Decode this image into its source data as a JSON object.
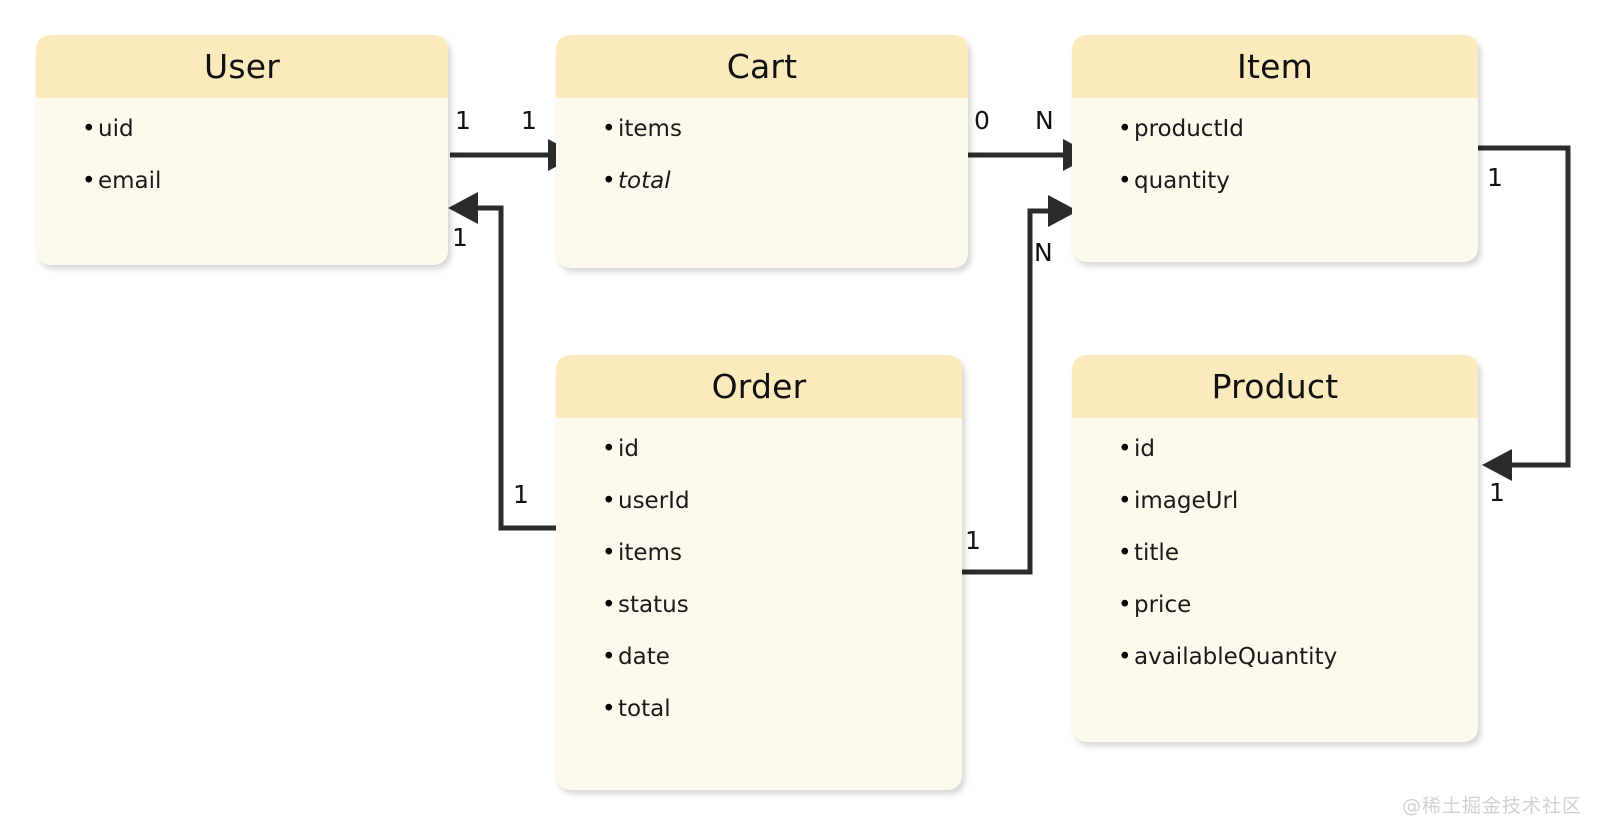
{
  "diagram": {
    "type": "entity-relationship-diagram",
    "background_color": "#ffffff",
    "entity_header_color": "#fbeabb",
    "entity_body_color": "#fdfaed",
    "connector_color": "#2b2b2b",
    "watermark": "@稀土掘金技术社区"
  },
  "entities": [
    {
      "id": "user",
      "title": "User",
      "attributes": [
        {
          "name": "uid",
          "italic": false
        },
        {
          "name": "email",
          "italic": false
        }
      ]
    },
    {
      "id": "cart",
      "title": "Cart",
      "attributes": [
        {
          "name": "items",
          "italic": false
        },
        {
          "name": "total",
          "italic": true
        }
      ]
    },
    {
      "id": "item",
      "title": "Item",
      "attributes": [
        {
          "name": "productId",
          "italic": false
        },
        {
          "name": "quantity",
          "italic": false
        }
      ]
    },
    {
      "id": "order",
      "title": "Order",
      "attributes": [
        {
          "name": "id",
          "italic": false
        },
        {
          "name": "userId",
          "italic": false
        },
        {
          "name": "items",
          "italic": false
        },
        {
          "name": "status",
          "italic": false
        },
        {
          "name": "date",
          "italic": false
        },
        {
          "name": "total",
          "italic": false
        }
      ]
    },
    {
      "id": "product",
      "title": "Product",
      "attributes": [
        {
          "name": "id",
          "italic": false
        },
        {
          "name": "imageUrl",
          "italic": false
        },
        {
          "name": "title",
          "italic": false
        },
        {
          "name": "price",
          "italic": false
        },
        {
          "name": "availableQuantity",
          "italic": false
        }
      ]
    }
  ],
  "relationships": [
    {
      "id": "user-cart",
      "from": "User",
      "to": "Cart",
      "source_cardinality": "1",
      "target_cardinality": "1"
    },
    {
      "id": "cart-item",
      "from": "Cart",
      "to": "Item",
      "source_cardinality": "0",
      "target_cardinality": "N"
    },
    {
      "id": "order-user",
      "from": "Order",
      "to": "User",
      "source_cardinality": "1",
      "target_cardinality": "1"
    },
    {
      "id": "order-item",
      "from": "Order",
      "to": "Item",
      "source_cardinality": "1",
      "target_cardinality": "N"
    },
    {
      "id": "item-product",
      "from": "Item",
      "to": "Product",
      "source_cardinality": "1",
      "target_cardinality": "1"
    }
  ],
  "labels": {
    "user_cart_source": "1",
    "user_cart_target": "1",
    "cart_item_source": "0",
    "cart_item_target": "N",
    "order_user_source": "1",
    "order_user_target": "1",
    "order_item_source": "1",
    "order_item_target": "N",
    "item_product_source": "1",
    "item_product_target": "1"
  }
}
